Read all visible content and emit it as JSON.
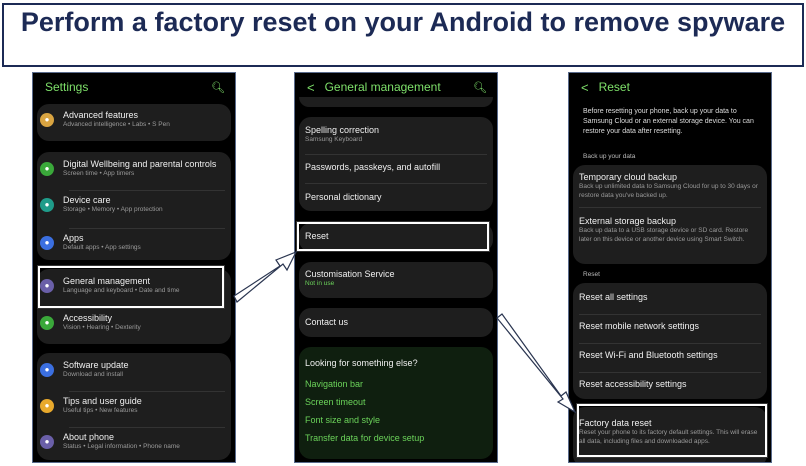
{
  "title": "Perform a factory reset on your Android to remove spyware",
  "settings": {
    "header": "Settings",
    "items": [
      {
        "title": "Advanced features",
        "sub": "Advanced intelligence • Labs • S Pen",
        "icon": "gear-icon",
        "color": "#d9a441"
      },
      {
        "title": "Digital Wellbeing and parental controls",
        "sub": "Screen time • App timers",
        "icon": "wellbeing-icon",
        "color": "#3aa83a"
      },
      {
        "title": "Device care",
        "sub": "Storage • Memory • App protection",
        "icon": "device-care-icon",
        "color": "#1f9c8a"
      },
      {
        "title": "Apps",
        "sub": "Default apps • App settings",
        "icon": "apps-icon",
        "color": "#3b6fe0"
      },
      {
        "title": "General management",
        "sub": "Language and keyboard • Date and time",
        "icon": "sliders-icon",
        "color": "#6a5fa8"
      },
      {
        "title": "Accessibility",
        "sub": "Vision • Hearing • Dexterity",
        "icon": "accessibility-icon",
        "color": "#3aa83a"
      },
      {
        "title": "Software update",
        "sub": "Download and install",
        "icon": "update-icon",
        "color": "#3b6fe0"
      },
      {
        "title": "Tips and user guide",
        "sub": "Useful tips • New features",
        "icon": "bulb-icon",
        "color": "#e8a92c"
      },
      {
        "title": "About phone",
        "sub": "Status • Legal information • Phone name",
        "icon": "info-icon",
        "color": "#6a5fa8"
      }
    ]
  },
  "general": {
    "header": "General management",
    "spelling": "Spelling correction",
    "spelling_sub": "Samsung Keyboard",
    "passwords": "Passwords, passkeys, and autofill",
    "dictionary": "Personal dictionary",
    "reset": "Reset",
    "custom": "Customisation Service",
    "custom_sub": "Not in use",
    "contact": "Contact us",
    "looking": "Looking for something else?",
    "links": [
      "Navigation bar",
      "Screen timeout",
      "Font size and style",
      "Transfer data for device setup"
    ]
  },
  "reset": {
    "header": "Reset",
    "intro": "Before resetting your phone, back up your data to Samsung Cloud or an external storage device. You can restore your data after resetting.",
    "backup_label": "Back up your data",
    "cloud": "Temporary cloud backup",
    "cloud_sub": "Back up unlimited data to Samsung Cloud for up to 30 days or restore data you've backed up.",
    "external": "External storage backup",
    "external_sub": "Back up data to a USB storage device or SD card. Restore later on this device or another device using Smart Switch.",
    "reset_label": "Reset",
    "options": [
      "Reset all settings",
      "Reset mobile network settings",
      "Reset Wi-Fi and Bluetooth settings",
      "Reset accessibility settings"
    ],
    "factory": "Factory data reset",
    "factory_sub": "Reset your phone to its factory default settings. This will erase all data, including files and downloaded apps."
  }
}
